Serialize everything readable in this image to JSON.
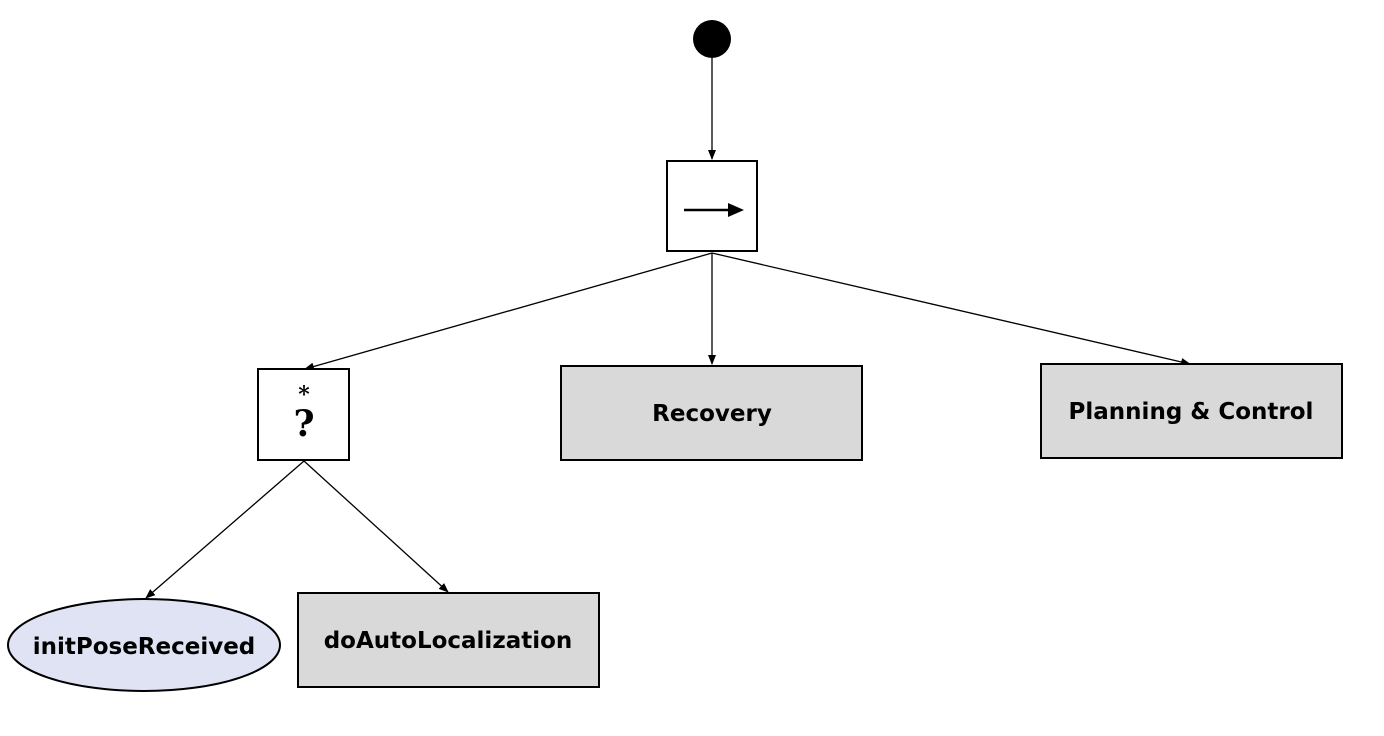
{
  "diagram": {
    "nodes": {
      "start": {
        "kind": "start-circle"
      },
      "sequence": {
        "kind": "control-node",
        "symbol": "arrow-right"
      },
      "selector": {
        "kind": "control-node",
        "star": "*",
        "question": "?"
      },
      "recovery": {
        "kind": "action",
        "label": "Recovery"
      },
      "planning": {
        "kind": "action",
        "label": "Planning & Control"
      },
      "init_pose": {
        "kind": "condition",
        "label": "initPoseReceived"
      },
      "auto_loc": {
        "kind": "action",
        "label": "doAutoLocalization"
      }
    },
    "edges": [
      {
        "from": "start",
        "to": "sequence"
      },
      {
        "from": "sequence",
        "to": "selector"
      },
      {
        "from": "sequence",
        "to": "recovery"
      },
      {
        "from": "sequence",
        "to": "planning"
      },
      {
        "from": "selector",
        "to": "init_pose"
      },
      {
        "from": "selector",
        "to": "auto_loc"
      }
    ]
  },
  "colors": {
    "action_fill": "#d9d9d9",
    "condition_fill": "#dfe3f3",
    "control_fill": "#ffffff",
    "stroke": "#000000"
  }
}
